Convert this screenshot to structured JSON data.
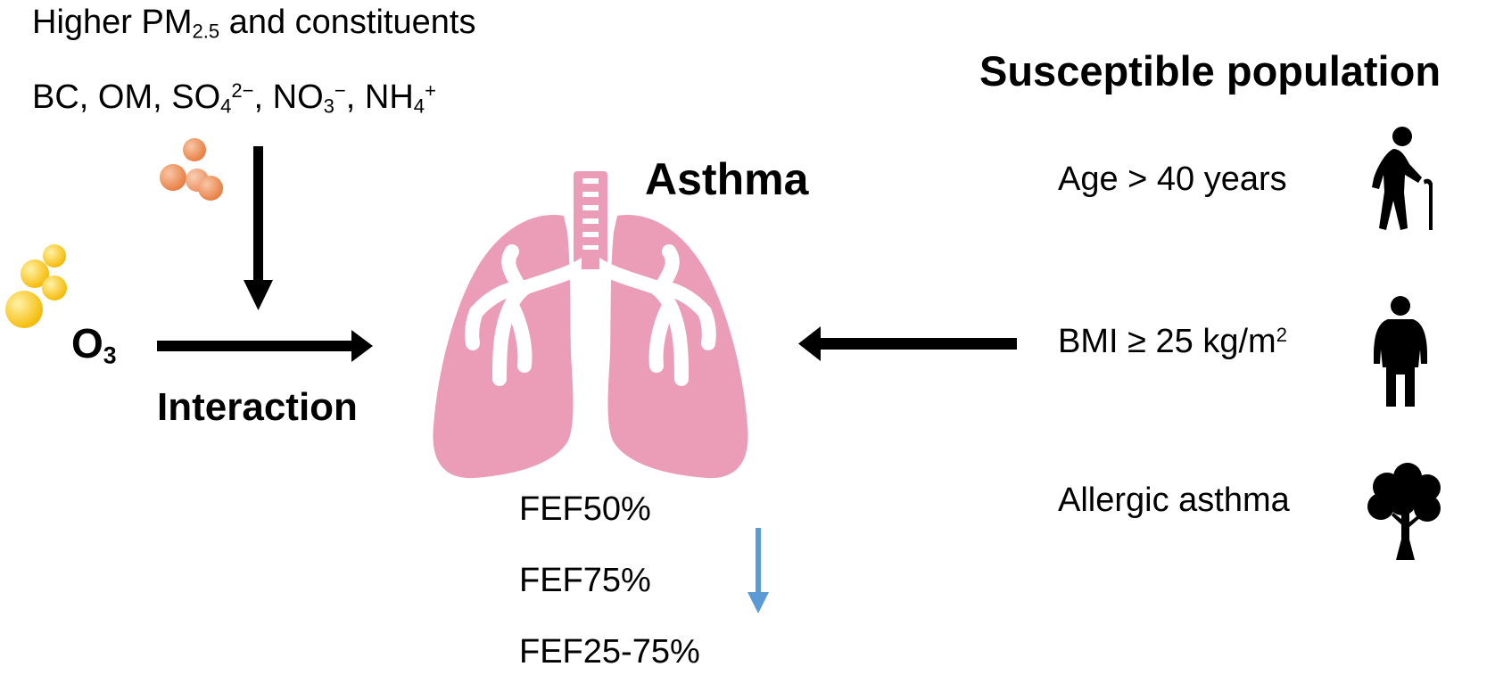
{
  "pm": {
    "line1_prefix": "Higher PM",
    "line1_sub": "2.5",
    "line1_suffix": " and constituents",
    "bc": "BC, OM, SO",
    "so4_sub": "4",
    "so4_sup": "2−",
    "sep1": ", NO",
    "no3_sub": "3",
    "no3_sup": "−",
    "sep2": ", NH",
    "nh4_sub": "4",
    "nh4_sup": "+"
  },
  "ozone": {
    "label": "O",
    "sub": "3"
  },
  "interaction_label": "Interaction",
  "outcome_label": "Asthma",
  "lung_function": [
    "FEF50%",
    "FEF75%",
    "FEF25-75%"
  ],
  "susceptible": {
    "title": "Susceptible population",
    "items": [
      {
        "label": "Age > 40 years",
        "icon": "elderly-person-icon"
      },
      {
        "label": "BMI ≥ 25 kg/m",
        "sup": "2",
        "icon": "overweight-person-icon"
      },
      {
        "label": "Allergic asthma",
        "icon": "tree-icon"
      }
    ]
  },
  "colors": {
    "lung": "#eb9db7",
    "pm_particles": "#ee8a55",
    "ozone_particles": "#f7c121",
    "decrease_arrow": "#5b9bd5",
    "arrows": "#000000"
  }
}
